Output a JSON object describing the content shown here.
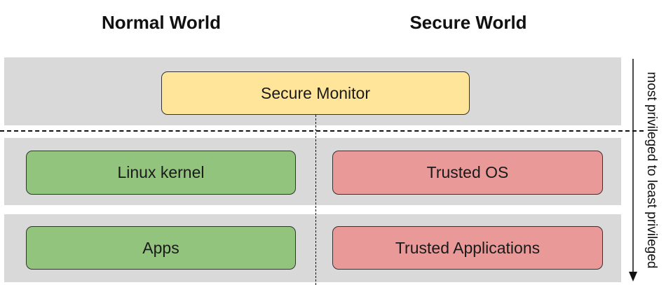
{
  "columns": {
    "normal_world": "Normal World",
    "secure_world": "Secure World"
  },
  "layers": {
    "monitor": {
      "secure_monitor": "Secure Monitor"
    },
    "kernel": {
      "normal": "Linux kernel",
      "secure": "Trusted OS"
    },
    "apps": {
      "normal": "Apps",
      "secure": "Trusted Applications"
    }
  },
  "privilege_axis": {
    "label": "most privileged to least privileged"
  },
  "colors": {
    "band": "#d9d9d9",
    "monitor_box": "#ffe599",
    "normal_box": "#93c47d",
    "secure_box": "#ea9999",
    "outline": "#333333"
  }
}
